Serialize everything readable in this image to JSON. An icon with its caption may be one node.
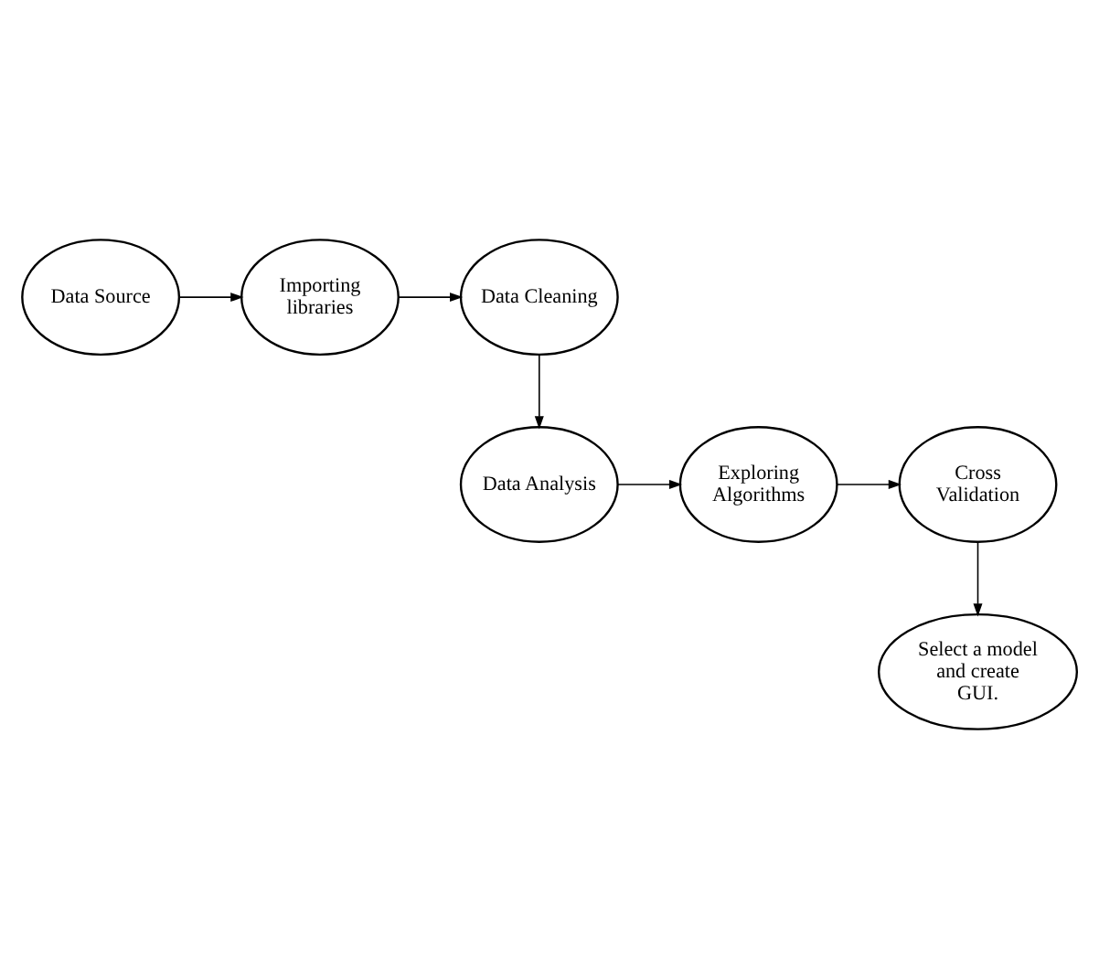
{
  "diagram": {
    "nodes": [
      {
        "text": [
          "Data Source"
        ]
      },
      {
        "text": [
          "Importing libraries"
        ]
      },
      {
        "text": [
          "Data Cleaning"
        ]
      },
      {
        "text": [
          "Data Analysis"
        ]
      },
      {
        "text": [
          "Exploring Algorithms"
        ]
      },
      {
        "text": [
          "Cross Validation"
        ]
      },
      {
        "text": [
          "Select a model and create GUI."
        ]
      }
    ],
    "edges": [
      {
        "from": 0,
        "to": 1,
        "arrow": "to"
      },
      {
        "from": 1,
        "to": 2,
        "arrow": "to"
      },
      {
        "from": 2,
        "to": 3,
        "arrow": "to"
      },
      {
        "from": 3,
        "to": 4,
        "arrow": "to"
      },
      {
        "from": 4,
        "to": 5,
        "arrow": "to"
      },
      {
        "from": 5,
        "to": 6,
        "arrow": "to"
      }
    ]
  }
}
